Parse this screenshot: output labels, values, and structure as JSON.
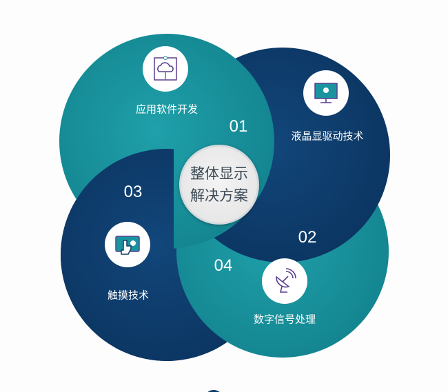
{
  "center": {
    "line1": "整体显示",
    "line2": "解决方案"
  },
  "items": [
    {
      "number": "01",
      "label": "应用软件开发",
      "icon": "cloud-app-icon"
    },
    {
      "number": "02",
      "label": "液晶显驱动技术",
      "icon": "monitor-icon"
    },
    {
      "number": "03",
      "label": "触摸技术",
      "icon": "touch-screen-icon"
    },
    {
      "number": "04",
      "label": "数字信号处理",
      "icon": "satellite-dish-icon"
    }
  ],
  "colors": {
    "teal": "#1a95a0",
    "navy": "#0f3d6b",
    "icon": "#5a3f8f"
  }
}
